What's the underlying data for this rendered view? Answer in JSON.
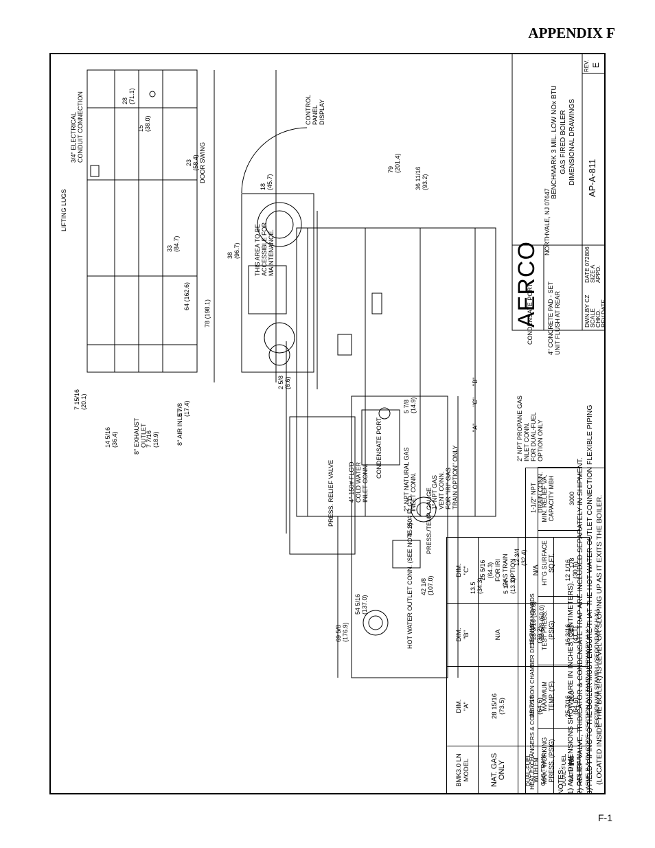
{
  "header": {
    "appendix": "APPENDIX F"
  },
  "footer": {
    "page": "F-1"
  },
  "standards": {
    "title": "HEAT EXCHANGERS & COMBUSTION CHAMBER DESIGN STANDARDS",
    "columns": [
      {
        "label1": "MAX. WORKING",
        "label2": "PRESS. (PSIG)",
        "value": "160"
      },
      {
        "label1": "MAXIMUM",
        "label2": "TEMP. (°F)",
        "value": "210"
      },
      {
        "label1": "TEST PRESS.",
        "label2": "(PSIG)",
        "value": "240"
      },
      {
        "label1": "HT'G SURFACE",
        "label2": "SQ.FT.",
        "value": "178"
      },
      {
        "label1": "MIN. RELIEF VA.",
        "label2": "CAPACITY MBH",
        "value": "3000"
      }
    ],
    "code1": "ASME B & PV CODE: SECTION IV STAMP H (PRIMARY H.X.)",
    "code2": "SECTION VIII STAMP U (SECONDARY H.X.)"
  },
  "dims_table": {
    "h_model1": "BMK3.0 LN",
    "h_model2": "MODEL",
    "h_a1": "DIM.",
    "h_a2": "\"A\"",
    "h_b1": "DIM.",
    "h_b2": "\"B\"",
    "h_c1": "DIM.",
    "h_c2": "\"C\"",
    "r1_model1": "NAT. GAS",
    "r1_model2": "ONLY",
    "r1_a1": "28 15/16",
    "r1_a2": "(73.5)",
    "r1_b": "N/A",
    "r1_c1": "25 5/16",
    "r1_c2": "(64.3)",
    "r1_c3": "FOR IRI",
    "r1_c4": "GAS TRAIN",
    "r1_c5": "OPTION",
    "r2_model1": "DUAL-FUEL",
    "r2_model2": "WITH FM",
    "r2_model3": "GAS TRAIN",
    "r2_a1": "25 7/16",
    "r2_a2": "(64.6)",
    "r2_b1": "15 7/16",
    "r2_b2": "(39.2)",
    "r2_c": "N/A",
    "r3_model1": "DUAL-FUEL",
    "r3_model2": "WITH IRI",
    "r3_model3": "GAS TRAIN",
    "r3_a1": "25 7/16",
    "r3_a2": "(64.6)",
    "r3_b1": "16 3/16",
    "r3_b2": "(41.1)",
    "r3_c1": "12 1/16",
    "r3_c2": "(30.6)"
  },
  "notes": {
    "heading": "NOTES:",
    "n1": "1) ALL DIMENSIONS SHOWN ARE IN INCHES (CENTIMETERS).",
    "n2": "2) RELIEF VALVE, TRIDICATOR & CONDENSATE TRAP ARE INCLUDED SEPARATELY IN SHIPMENT.",
    "n3": "3) FIELD PIPING TO THE BOILER MUST ENSURE THAT THE HOT WATER OUTLET CONNECTION FLEXIBLE PIPING",
    "n3b": "(LOCATED INSIDE THE BOILER) IS LEVEL OR SLOPING UP AS IT EXITS THE BOILER."
  },
  "labels": {
    "hot_water_outlet": "HOT WATER OUTLET CONN. (SEE NOTE 3)",
    "flgd_4": "4\"-150# FLG'D",
    "press_temp_gauge": "PRESS./TEMP. GAUGE",
    "press_relief": "PRESS. RELIEF VALVE",
    "cold_water_1": "4\"-150# FLG'D",
    "cold_water_2": "COLD WATER",
    "cold_water_3": "INLET CONN.",
    "natural_gas_1": "2\" NPT NATURAL GAS",
    "natural_gas_2": "INLET CONN.",
    "condensate_port": "CONDENSATE PORT",
    "vent_1": "1\" NPT GAS",
    "vent_2": "VENT CONN.",
    "vent_3": "FOR \"IRI\" GAS",
    "vent_4": "TRAIN OPTION\" ONLY",
    "drain_1": "1-1/2\" NPT",
    "drain_2": "DRAIN CONN.",
    "propane_1": "2\" NPT PROPANE GAS",
    "propane_2": "INLET CONN.",
    "propane_3": "FOR DUAL-FUEL",
    "propane_4": "OPTION ONLY",
    "exhaust_1": "8\" EXHAUST",
    "exhaust_2": "OUTLET",
    "air_inlet": "8\" AIR INLET",
    "lifting_lugs": "LIFTING LUGS",
    "electrical_1": "3/4\" ELECTRICAL",
    "electrical_2": "CONDUIT CONNECTION",
    "door_swing_1": "23",
    "door_swing_2": "(58.4)",
    "door_swing_3": "DOOR SWING",
    "maint_1": "THIS AREA TO BE",
    "maint_2": "ACCESSIBLE FOR",
    "maint_3": "MAINTENANCE.",
    "control_1": "CONTROL",
    "control_2": "PANEL",
    "control_3": "DISPLAY",
    "condensate_port2": "CONDENSATE PORT",
    "pad_1": "4\" CONCRETE PAD - SET",
    "pad_2": "UNIT FLUSH AT REAR",
    "dim_a": "\"A\"",
    "dim_c": "\"C\"",
    "dim_b": "\"B\""
  },
  "dimensions": {
    "d69": "69 5/8",
    "d69m": "(176.9)",
    "d54": "54 5/16",
    "d54m": "(137.0)",
    "d42": "42 1/8",
    "d42m": "(107.0)",
    "d13": "13.5",
    "d13m": "(34.3)",
    "d5": "5 1/4",
    "d5m": "(13.3)",
    "d12": "12 3/4",
    "d12m": "(32.4)",
    "d23a": "23 3/16 (58.8)",
    "d23b": "23 5/8 (60.0)",
    "d7": "7 15/16",
    "d7m": "(20.1)",
    "d14": "14 5/16",
    "d14m": "(36.4)",
    "d77": "7 7/16",
    "d77m": "(18.9)",
    "d67": "6 7/8",
    "d67m": "(17.4)",
    "d28": "28",
    "d28m": "(71.1)",
    "d15": "15",
    "d15m": "(38.0)",
    "d33": "33",
    "d33m": "(84.7)",
    "d64": "64 (162.6)",
    "d78": "78 (198.1)",
    "d38": "38",
    "d38m": "(96.7)",
    "d18": "18",
    "d18m": "(45.7)",
    "d79": "79",
    "d79m": "(201.4)",
    "d36": "36 11/16",
    "d36m": "(93.2)",
    "d25": "2 5/8",
    "d25m": "(6.6)",
    "d57": "5 7/8",
    "d57m": "(14.9)"
  },
  "title_block": {
    "brand": "AERCO",
    "location": "NORTHVALE, NJ  07647",
    "t1": "BENCHMARK 3 MIL. LOW NOx BTU",
    "t2": "GAS FIRED BOILER",
    "t3": "DIMENSIONAL DRAWINGS",
    "dwn": "DWN.BY  CZ",
    "scale": "SCALE",
    "chkd": "CHKD.",
    "revdate": "REV.DATE",
    "date": "DATE 072806",
    "size": "SIZE     A",
    "appd": "APPD.",
    "dwg_no": "AP-A-811",
    "rev_label": "REV.",
    "rev": "E"
  }
}
